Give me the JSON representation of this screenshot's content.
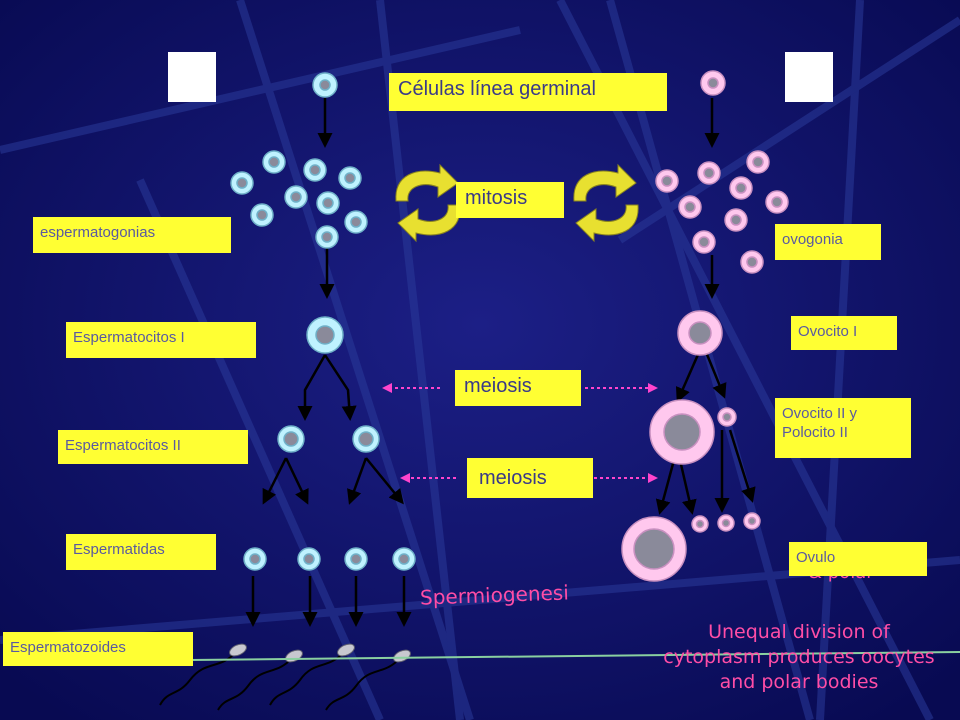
{
  "labels": {
    "title": "Células línea germinal",
    "mitosis": "mitosis",
    "meiosis_1": "meiosis",
    "meiosis_2": "meiosis",
    "espermatogonias": "espermatogonias",
    "espermatocitos_1": "Espermatocitos I",
    "espermatocitos_2": "Espermatocitos II",
    "espermatidas": "Espermatidas",
    "espermatozoides": "Espermatozoides",
    "ovogonia": "ovogonia",
    "ovocito_1": "Ovocito I",
    "ovocito_2": "Ovocito II y\nPolocito II",
    "ovulo": "Ovulo"
  },
  "annotations": {
    "spermiogenesis": "Spermiogenesi",
    "unequal_division": "Unequal division of\ncytoplasm produces oocytes\nand  polar bodies",
    "polar_fragment": "& polar"
  },
  "colors": {
    "background": "#0b0d5e",
    "label_fill": "#ffff33",
    "male_cell": "#bff2ff",
    "female_cell": "#ffc8ee",
    "cycle_arrow": "#e8e030",
    "meiosis_arrow": "#ff44cc",
    "handwriting": "#ff4da6"
  }
}
